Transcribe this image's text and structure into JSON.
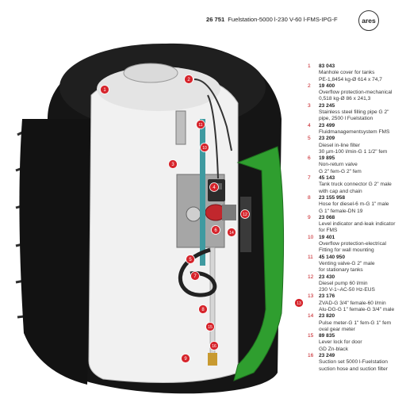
{
  "header": {
    "article_no": "26 751",
    "title": "Fuelstation-5000 l-230 V-60 l-FMS-IPG-F",
    "logo_text": "ares"
  },
  "colors": {
    "tank_black": "#151515",
    "frame_green": "#2f9e2f",
    "callout_red": "#d6242b",
    "pump_red": "#c1272d"
  },
  "legend": [
    {
      "n": "1",
      "code": "83 043",
      "desc": "Manhole cover for tanks\nPE-1,8454 kg-Ø 614 x 74,7"
    },
    {
      "n": "2",
      "code": "19 400",
      "desc": "Overflow protection-mechanical\n0,518 kg-Ø 86 x 241,3"
    },
    {
      "n": "3",
      "code": "23 245",
      "desc": "Stainless steel filling pipe G 2\"\npipe, 2500 l Fuelstation"
    },
    {
      "n": "4",
      "code": "23 499",
      "desc": "Fluidmanagementsystem FMS"
    },
    {
      "n": "5",
      "code": "23 209",
      "desc": "Diesel in-line filter\n30 µm-100 l/min-G 1 1/2\" fem"
    },
    {
      "n": "6",
      "code": "19 895",
      "desc": "Non-return valve\nG 2\" fem-G 2\" fem"
    },
    {
      "n": "7",
      "code": "45 143",
      "desc": "Tank truck connector G 2\" male\nwith cap and chain"
    },
    {
      "n": "8",
      "code": "23 155 958",
      "desc": "Hose for diesel-6 m-G 1\" male\nG 1\" female-DN 19"
    },
    {
      "n": "9",
      "code": "23 068",
      "desc": "Level indicator and-leak indicator\nfor FMS"
    },
    {
      "n": "10",
      "code": "19 401",
      "desc": "Overflow protection-electrical\nFitting for wall mounting"
    },
    {
      "n": "11",
      "code": "45 140 950",
      "desc": "Venting valve-G 2\" male\nfor stationary tanks"
    },
    {
      "n": "12",
      "code": "23 430",
      "desc": "Diesel pump 60 l/min\n230 V-1~AC-50 Hz-EUS"
    },
    {
      "n": "13",
      "code": "23 176",
      "desc": "ZVAD-G 3/4\" female-60 l/min\nAlu-DG-G 1\" female-G 3/4\" male"
    },
    {
      "n": "14",
      "code": "23 820",
      "desc": "Pulse meter-G 1\" fem-G 1\" fem\noval gear meter"
    },
    {
      "n": "15",
      "code": "89 835",
      "desc": "Lever lock for door\nGD Zn-black"
    },
    {
      "n": "16",
      "code": "23 249",
      "desc": "Suction set 5000 l-Fuelstation\nsuction hose and suction filter"
    }
  ],
  "callouts": [
    "1",
    "2",
    "3",
    "4",
    "5",
    "6",
    "7",
    "8",
    "9",
    "10",
    "11",
    "12",
    "13",
    "14",
    "15",
    "16"
  ]
}
